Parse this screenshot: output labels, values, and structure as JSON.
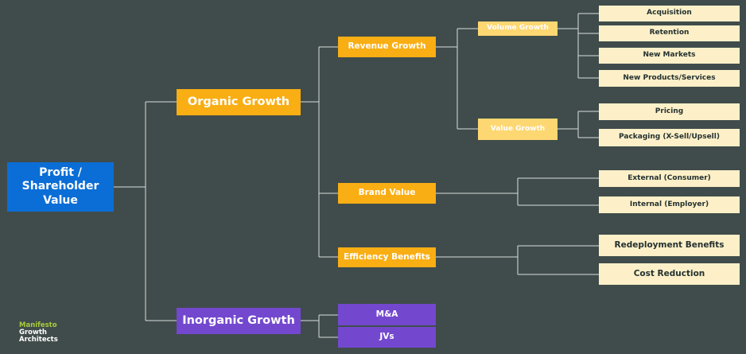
{
  "colors": {
    "background": "#404c4b",
    "root": "#0b6ed6",
    "organic": "#f9ae14",
    "inorganic": "#7348cf",
    "third_level": "#fdd772",
    "leaf": "#fdf0c8",
    "connector": "#d9dedd"
  },
  "tree": {
    "root": "Profit / Shareholder Value",
    "organic_growth": "Organic Growth",
    "inorganic_growth": "Inorganic Growth",
    "revenue_growth": "Revenue Growth",
    "brand_value": "Brand Value",
    "efficiency_benefits": "Efficiency Benefits",
    "m_and_a": "M&A",
    "jvs": "JVs",
    "volume_growth": "Volume Growth",
    "value_growth": "Value Growth",
    "acquisition": "Acquisition",
    "retention": "Retention",
    "new_markets": "New Markets",
    "new_products_services": "New Products/Services",
    "pricing": "Pricing",
    "packaging": "Packaging (X-Sell/Upsell)",
    "external_consumer": "External (Consumer)",
    "internal_employer": "Internal (Employer)",
    "redeployment_benefits": "Redeployment Benefits",
    "cost_reduction": "Cost Reduction"
  },
  "logo": {
    "line1": "Manifesto",
    "line2": "Growth",
    "line3": "Architects"
  }
}
